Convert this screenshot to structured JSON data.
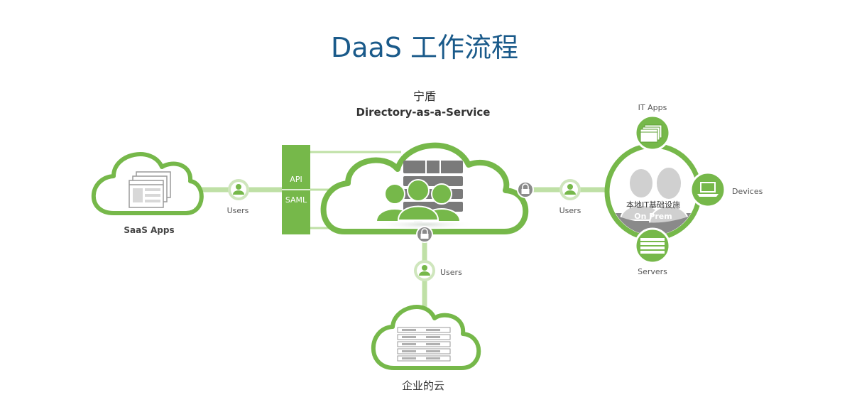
{
  "title": "DaaS 工作流程",
  "center": {
    "name_cn": "宁盾",
    "name_en": "Directory-as-a-Service"
  },
  "saas": {
    "label": "SaaS Apps"
  },
  "protocols": {
    "api": "API",
    "saml": "SAML"
  },
  "users_label": "Users",
  "onprem": {
    "label_cn": "本地IT基础设施",
    "label_en": "On Prem",
    "it_apps": "IT Apps",
    "devices": "Devices",
    "servers": "Servers"
  },
  "enterprise_cloud": {
    "label": "企业的云"
  },
  "colors": {
    "title": "#1a5a8a",
    "green": "#76b84a",
    "green_dark": "#5fa136",
    "green_light": "#bfe0a6",
    "gray": "#8a8a8a",
    "server_gray": "#6f6f6f"
  },
  "icons": [
    "server-stack-icon",
    "users-group-icon",
    "user-icon",
    "lock-icon",
    "app-window-icon",
    "laptop-icon",
    "rack-server-icon"
  ]
}
